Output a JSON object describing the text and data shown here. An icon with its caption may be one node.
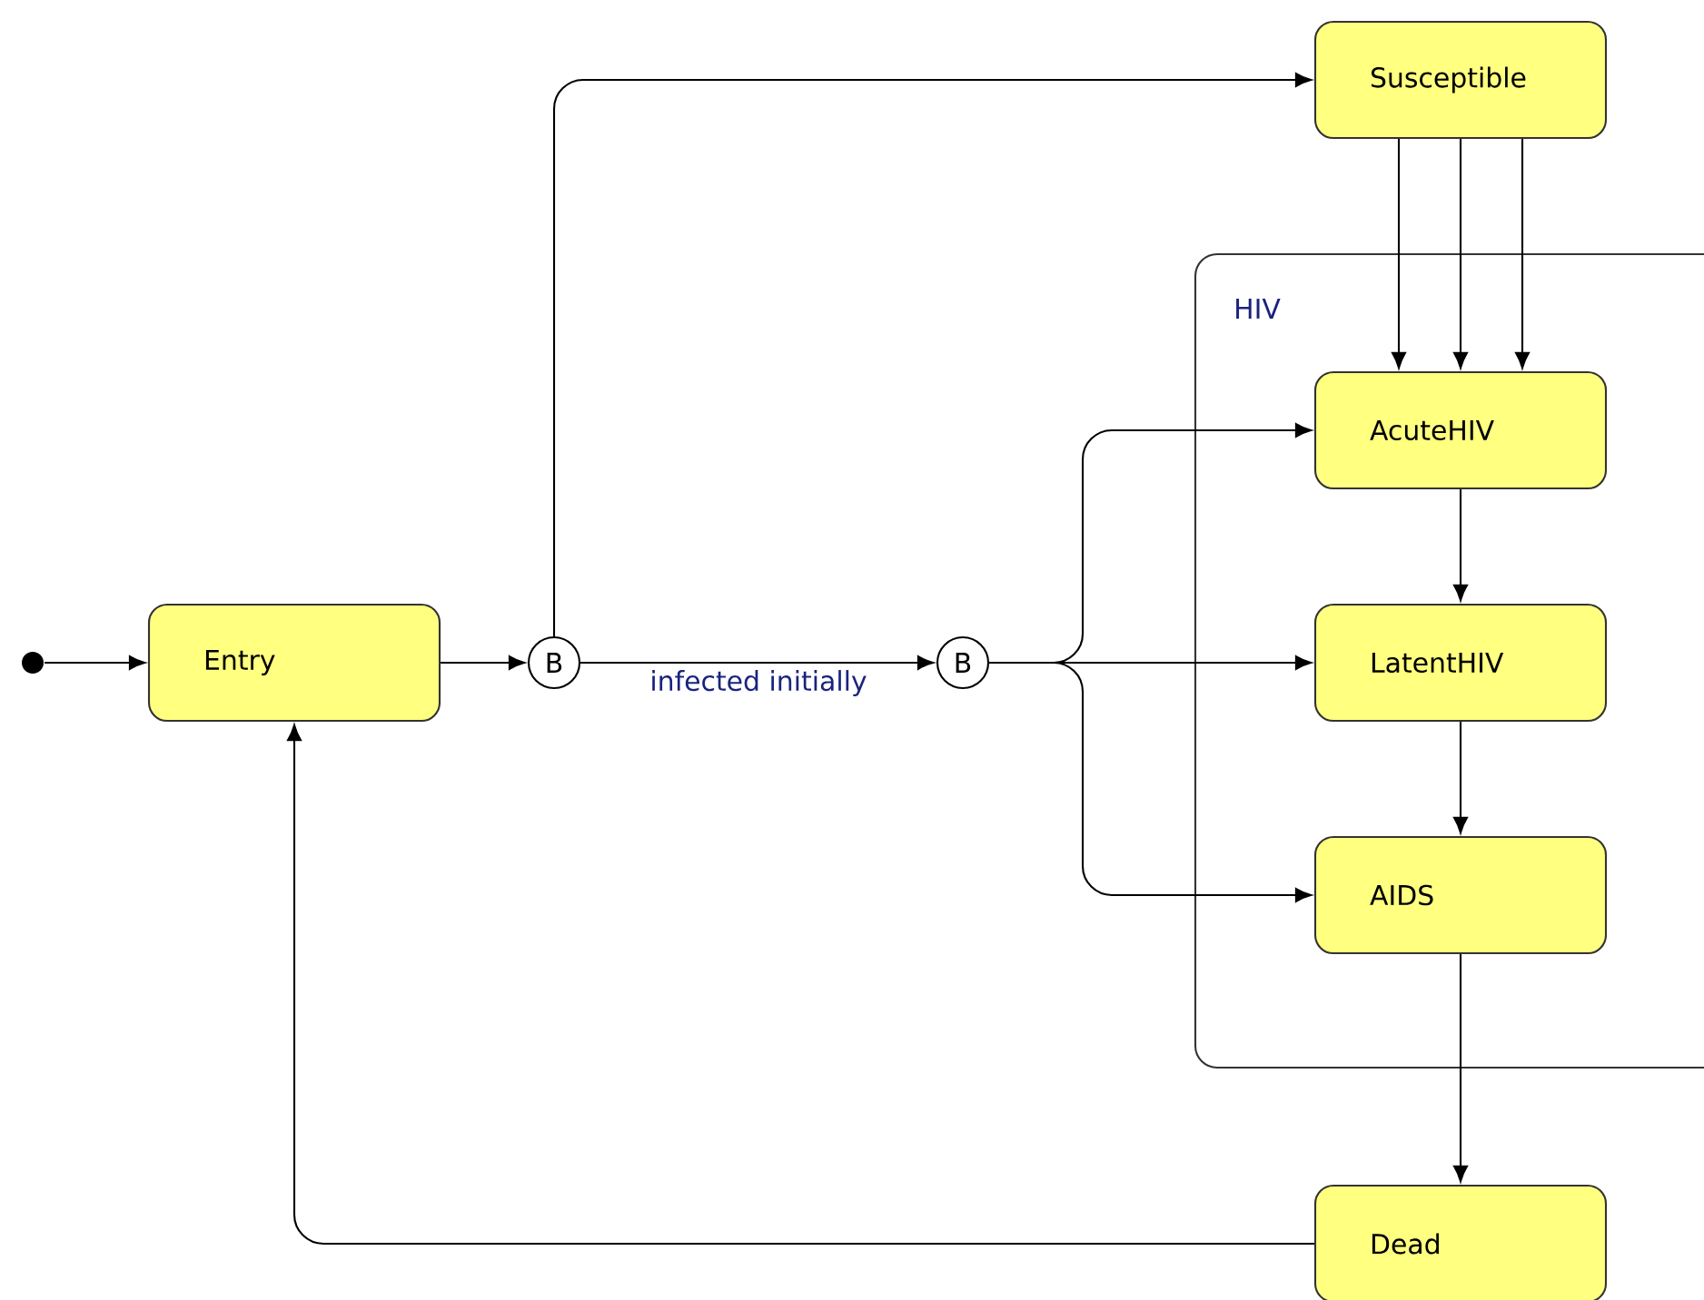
{
  "diagram": {
    "nodes": [
      {
        "text": [],
        "shape": "circle"
      },
      {
        "text": [
          "Entry"
        ]
      },
      {
        "text": [
          "B"
        ]
      },
      {
        "text": [
          "B"
        ]
      },
      {
        "text": [
          "Susceptible"
        ]
      },
      {
        "text": [
          "HIV"
        ]
      },
      {
        "text": [
          "AcuteHIV"
        ],
        "in": 5
      },
      {
        "text": [
          "LatentHIV"
        ],
        "in": 5
      },
      {
        "text": [
          "AIDS"
        ],
        "in": 5
      },
      {
        "text": [
          "Dead"
        ]
      }
    ],
    "edges": [
      {
        "from": 0,
        "to": 1,
        "arrow": "to"
      },
      {
        "from": 1,
        "to": 2,
        "arrow": "to"
      },
      {
        "from": 2,
        "to": 4,
        "arrow": "to"
      },
      {
        "from": 2,
        "to": 3,
        "arrow": "to",
        "label": "infected initially"
      },
      {
        "from": 3,
        "to": 6,
        "arrow": "to"
      },
      {
        "from": 3,
        "to": 7,
        "arrow": "to"
      },
      {
        "from": 3,
        "to": 8,
        "arrow": "to"
      },
      {
        "from": 4,
        "to": 6,
        "arrow": "to"
      },
      {
        "from": 4,
        "to": 6,
        "arrow": "to"
      },
      {
        "from": 4,
        "to": 6,
        "arrow": "to"
      },
      {
        "from": 6,
        "to": 7,
        "arrow": "to"
      },
      {
        "from": 7,
        "to": 8,
        "arrow": "to"
      },
      {
        "from": 8,
        "to": 9,
        "arrow": "to"
      },
      {
        "from": 9,
        "to": 1,
        "arrow": "to"
      }
    ]
  }
}
